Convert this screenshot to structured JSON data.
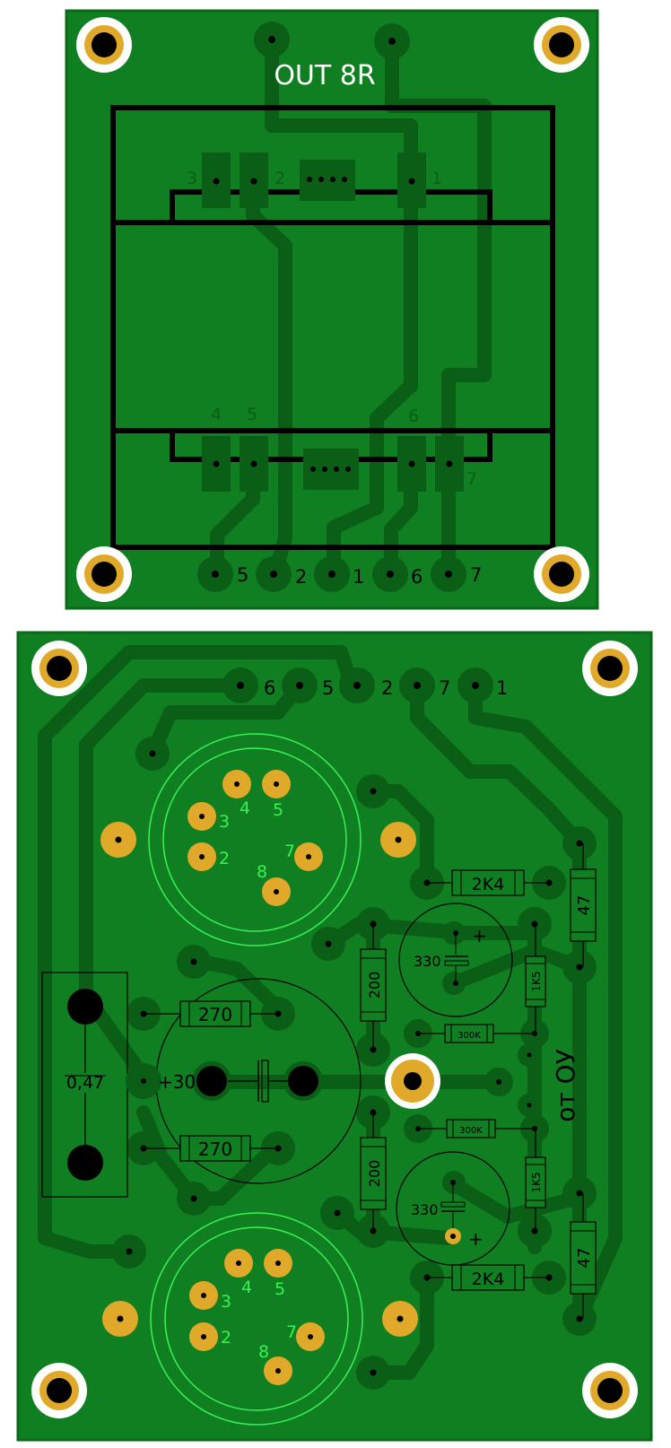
{
  "colors": {
    "background": "#ffffff",
    "board": "#0f7f22",
    "board_edge": "#0a6a1a",
    "trace": "#0a5e15",
    "pad_gold": "#e0a92a",
    "hole": "#000000",
    "outline": "#000000",
    "silk_green": "#39f055",
    "silk_white": "#ffffff"
  },
  "top_board": {
    "title": "OUT 8R",
    "transformer_pins": [
      "3",
      "2",
      "1",
      "4",
      "5",
      "6",
      "7"
    ],
    "connector_labels": [
      "5",
      "2",
      "1",
      "6",
      "7"
    ]
  },
  "bottom_board": {
    "connector_labels": [
      "6",
      "5",
      "2",
      "7",
      "1"
    ],
    "tube_pin_labels_top": [
      "4",
      "5",
      "3",
      "2",
      "7",
      "8"
    ],
    "tube_pin_labels_bottom": [
      "4",
      "5",
      "3",
      "2",
      "7",
      "8"
    ],
    "capacitor_main": "0,47",
    "voltage_label": "+300V",
    "resistor_270_top": "270",
    "resistor_270_bottom": "270",
    "resistor_200_top": "200",
    "resistor_200_bottom": "200",
    "resistor_2k4_top": "2K4",
    "resistor_2k4_bottom": "2K4",
    "resistor_47_top": "47",
    "resistor_47_bottom": "47",
    "resistor_1k5_top": "1K5",
    "resistor_1k5_bottom": "1K5",
    "resistor_300k_top": "300K",
    "resistor_300k_bottom": "300K",
    "cap_330_top": "330",
    "cap_330_bottom": "330",
    "plus_sign": "+",
    "input_label": "от ОУ"
  }
}
